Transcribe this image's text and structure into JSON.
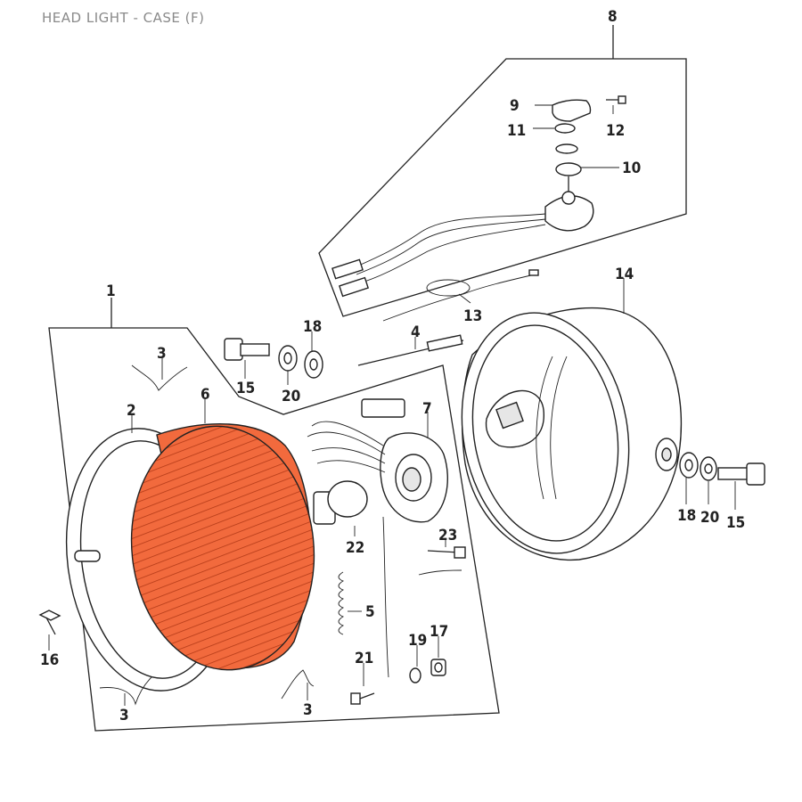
{
  "title": "HEAD LIGHT - CASE (F)",
  "highlight_color": "#f26a3d",
  "callouts": {
    "c1": "1",
    "c2": "2",
    "c3a": "3",
    "c3b": "3",
    "c3c": "3",
    "c4": "4",
    "c5": "5",
    "c6": "6",
    "c7": "7",
    "c8": "8",
    "c9": "9",
    "c10": "10",
    "c11": "11",
    "c12": "12",
    "c13": "13",
    "c14": "14",
    "c15a": "15",
    "c15b": "15",
    "c16": "16",
    "c17": "17",
    "c18a": "18",
    "c18b": "18",
    "c19": "19",
    "c20a": "20",
    "c20b": "20",
    "c21": "21",
    "c22": "22",
    "c23": "23"
  }
}
